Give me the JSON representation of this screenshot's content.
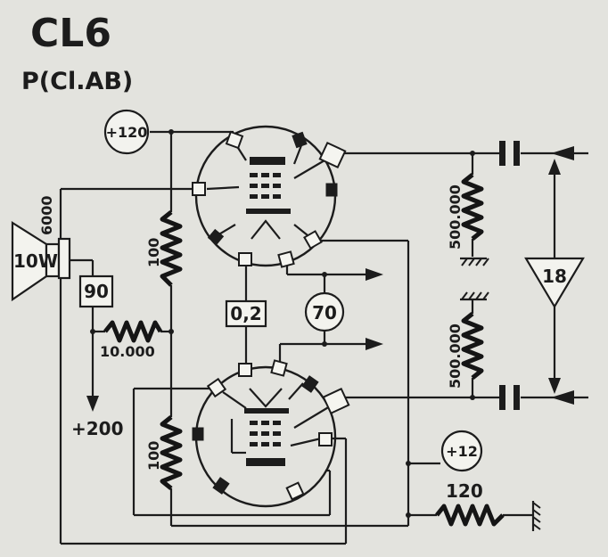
{
  "tube": "CL6",
  "mode": "P(Cl.AB)",
  "speaker": {
    "power": "10W",
    "impedance": "6000"
  },
  "supply": {
    "b_plus_top": "+120",
    "b_plus_main": "+200",
    "screen": "70",
    "bias": "+12"
  },
  "components": {
    "box_90": "90",
    "box_02": "0,2",
    "r_100_top": "100",
    "r_100_bottom": "100",
    "r_10000": "10.000",
    "r_500000_top": "500.000",
    "r_500000_bottom": "500.000",
    "r_120": "120",
    "amp_18": "18"
  }
}
